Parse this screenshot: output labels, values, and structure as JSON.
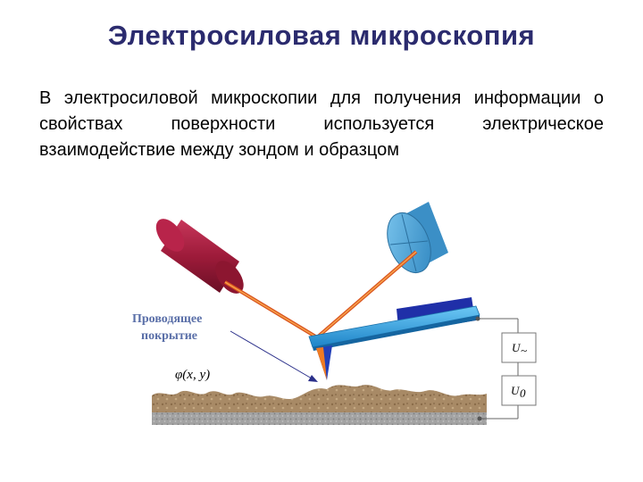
{
  "slide": {
    "title": "Электросиловая микроскопия",
    "body": "В электросиловой микроскопии для получения информации о свойствах поверхности используется электрическое взаимодействие между зондом и образцом"
  },
  "diagram": {
    "label_coating_line1": "Проводящее",
    "label_coating_line2": "покрытие",
    "label_potential": "φ(x, y)",
    "source_top": "U",
    "source_top_sub": "~",
    "source_bottom": "U",
    "source_bottom_sub": "0",
    "colors": {
      "laser": "#9e1b3a",
      "photodiode": "#4aa7d8",
      "beam": "#e07a2a",
      "cantilever": "#2fa3e0",
      "holder": "#1f2fa8",
      "surface": "#a0805c",
      "substrate": "#9a9a9a",
      "label": "#5a6fa8"
    }
  }
}
